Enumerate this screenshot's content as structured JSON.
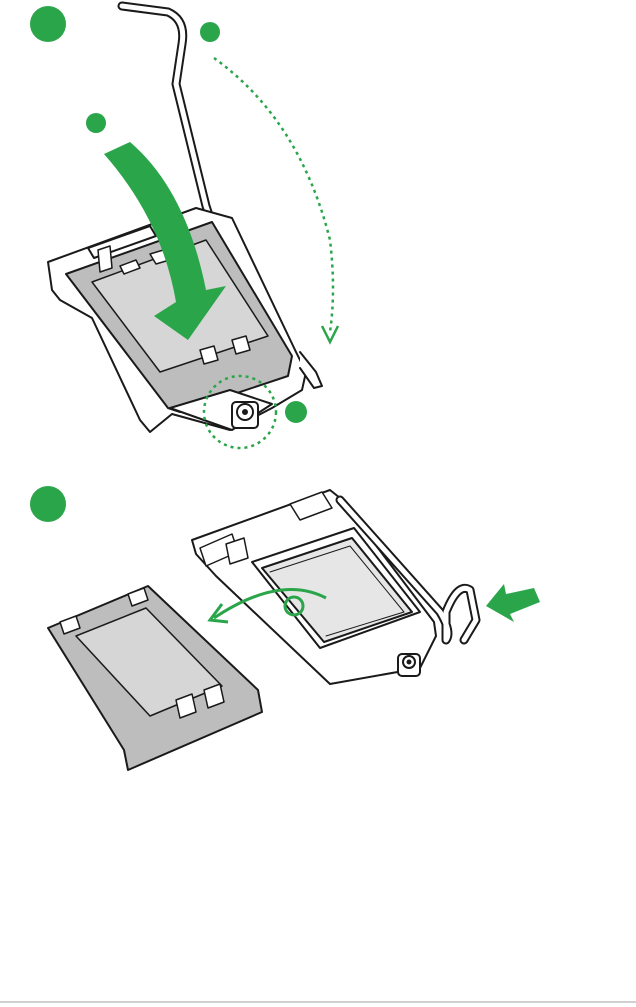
{
  "colors": {
    "accent_green": "#2aa54a",
    "line": "#1a1a1a",
    "plate_fill": "#bdbdbd",
    "plate_inner": "#d9d9d9",
    "cpu_fill": "#e6e6e6"
  },
  "steps": [
    {
      "id": "step-badge-top",
      "label": ""
    },
    {
      "id": "step-badge-lever",
      "label": ""
    },
    {
      "id": "step-badge-press",
      "label": ""
    },
    {
      "id": "step-badge-screw",
      "label": ""
    },
    {
      "id": "step-badge-bottom",
      "label": ""
    }
  ]
}
